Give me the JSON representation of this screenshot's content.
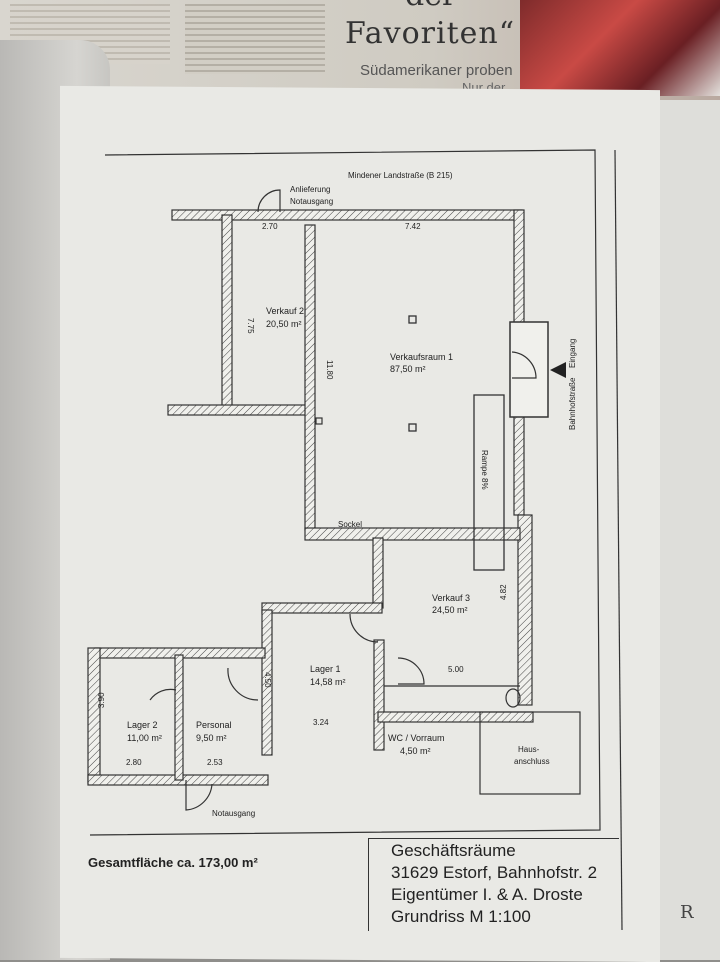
{
  "newspaper": {
    "headline_top": "der",
    "headline": "Favoriten“",
    "subline": "Südamerikaner proben",
    "subline2": "Nur der"
  },
  "plan": {
    "street_top": "Mindener Landstraße (B 215)",
    "street_right": "Bahnhofstraße",
    "entrance": "Eingang",
    "delivery": "Anlieferung",
    "emergency_exit_top": "Notausgang",
    "emergency_exit_bottom": "Notausgang",
    "dims": {
      "top_left": "2.70",
      "top_right": "7.42",
      "verkauf2_height": "7.75",
      "main_height": "11.80",
      "verkauf3_height": "4.82",
      "wc_width": "5.00",
      "lager1_height": "4.50",
      "lager1_width": "3.24",
      "lager2_height": "3.90",
      "lager2_width": "2.80",
      "personal_width": "2.53"
    },
    "rooms": {
      "verkauf2": {
        "name": "Verkauf 2",
        "area": "20,50 m²"
      },
      "verkaufsraum1": {
        "name": "Verkaufsraum 1",
        "area": "87,50 m²"
      },
      "verkauf3": {
        "name": "Verkauf 3",
        "area": "24,50 m²"
      },
      "lager1": {
        "name": "Lager 1",
        "area": "14,58 m²"
      },
      "lager2": {
        "name": "Lager 2",
        "area": "11,00 m²"
      },
      "personal": {
        "name": "Personal",
        "area": "9,50 m²"
      },
      "wc": {
        "name": "WC / Vorraum",
        "area": "4,50 m²"
      },
      "hausanschluss_1": "Haus-",
      "hausanschluss_2": "anschluss"
    },
    "ramp": "Rampe 8%",
    "sockel": "Sockel"
  },
  "total_area": "Gesamtfläche ca. 173,00 m²",
  "title_block": {
    "line1": "Geschäftsräume",
    "line2": "31629 Estorf, Bahnhofstr. 2",
    "line3": "Eigentümer I. & A. Droste",
    "line4": "Grundriss M 1:100"
  },
  "right_page_letter": "R"
}
